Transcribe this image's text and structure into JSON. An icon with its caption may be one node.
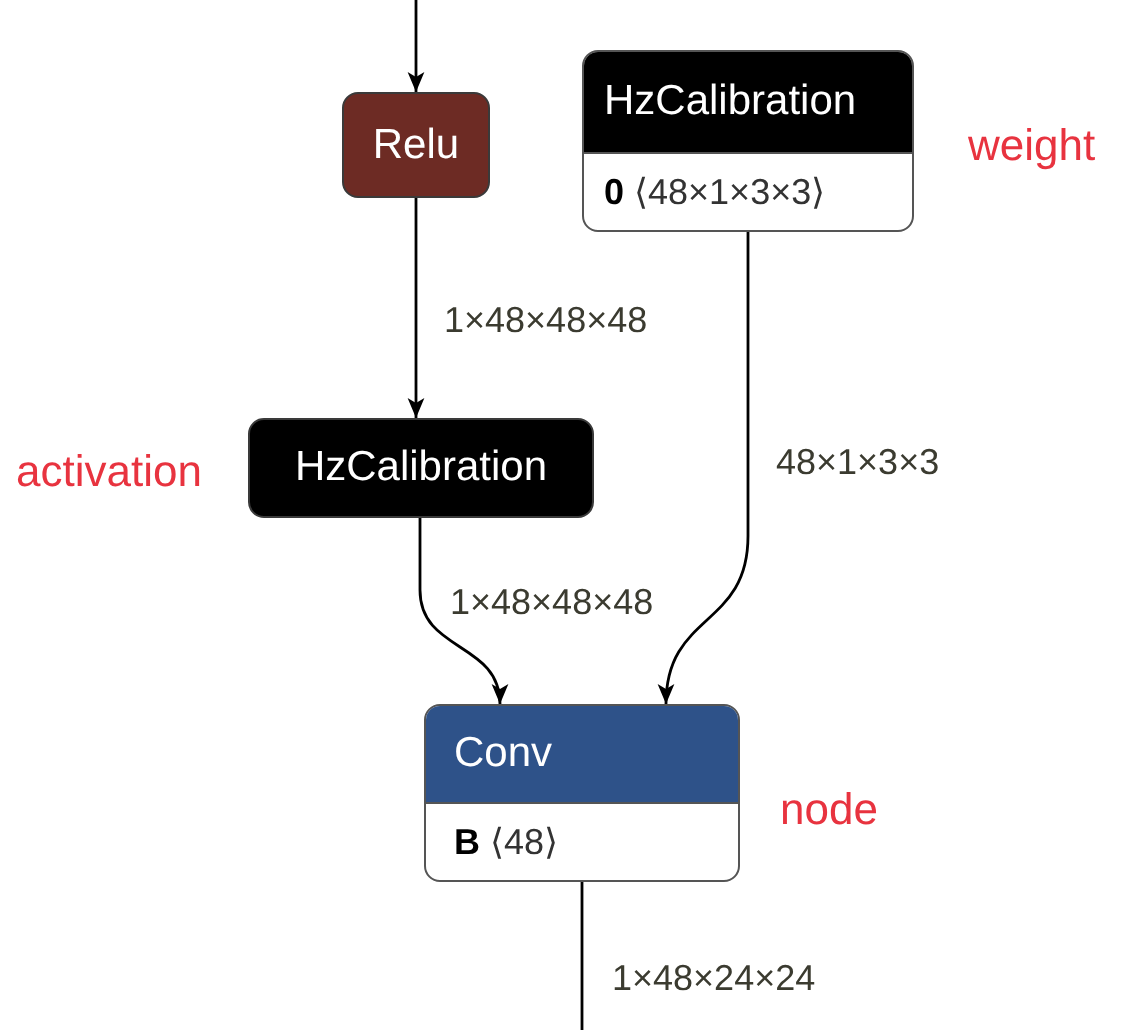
{
  "diagram": {
    "nodes": [
      {
        "text": [
          "Relu"
        ]
      },
      {
        "text": [
          "HzCalibration",
          "**0** ⟨48×1×3×3⟩"
        ],
        "beside": [
          "weight"
        ]
      },
      {
        "text": [
          "HzCalibration"
        ],
        "beside": [
          "activation"
        ]
      },
      {
        "text": [
          "Conv",
          "**B** ⟨48⟩"
        ],
        "beside": [
          "node"
        ]
      }
    ],
    "edges": [
      {
        "from": null,
        "to": 0,
        "arrow": "to"
      },
      {
        "from": 0,
        "to": 2,
        "arrow": "to",
        "label": "1×48×48×48"
      },
      {
        "from": 1,
        "to": 3,
        "arrow": "to",
        "label": "48×1×3×3"
      },
      {
        "from": 2,
        "to": 3,
        "arrow": "to",
        "label": "1×48×48×48"
      },
      {
        "from": 3,
        "to": null,
        "arrow": "none",
        "label": "1×48×24×24"
      }
    ]
  }
}
